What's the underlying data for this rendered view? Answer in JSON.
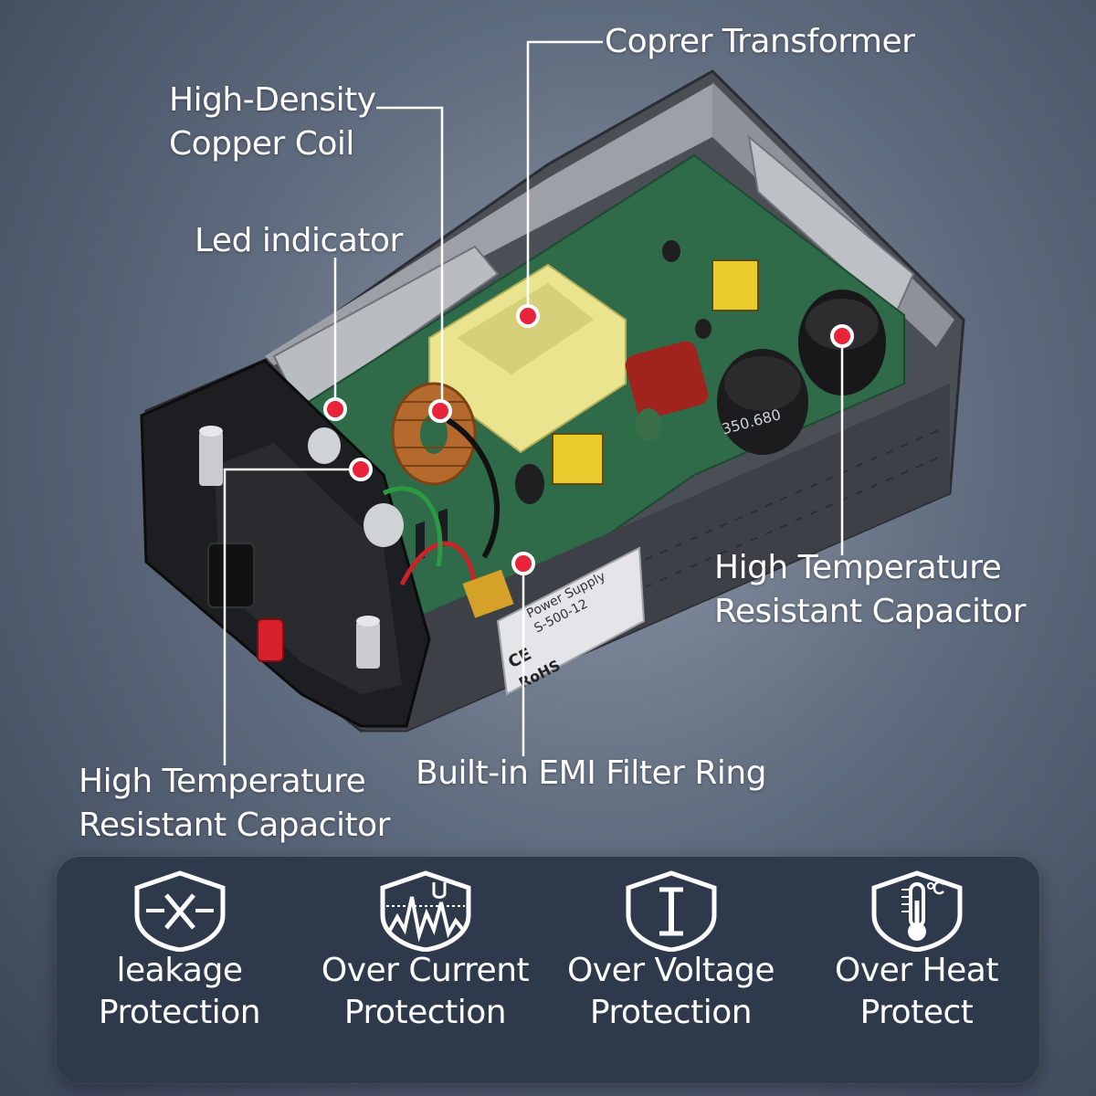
{
  "colors": {
    "background": "#5f6b7e",
    "panel": "#2e3a4c",
    "marker": "#e8233a",
    "pcb": "#2f6b48"
  },
  "callouts": {
    "copper_transformer": {
      "text": "Coprer Transformer"
    },
    "copper_coil": {
      "line1": "High-Density",
      "line2": "Copper Coil"
    },
    "led_indicator": {
      "text": "Led indicator"
    },
    "capacitor_right": {
      "line1": "High Temperature",
      "line2": "Resistant Capacitor"
    },
    "emi_filter": {
      "text": "Built-in EMI Filter Ring"
    },
    "capacitor_left": {
      "line1": "High Temperature",
      "line2": "Resistant Capacitor"
    }
  },
  "device_label": {
    "title": "Power Supply",
    "model": "S-500-12",
    "ce": "CE",
    "rohs": "RoHS"
  },
  "capacitor_marking": "350.680",
  "features": [
    {
      "icon": "leakage-shield-icon",
      "line1": "leakage",
      "line2": "Protection"
    },
    {
      "icon": "current-wave-shield-icon",
      "line1": "Over Current",
      "line2": "Protection"
    },
    {
      "icon": "voltage-shield-icon",
      "line1": "Over Voltage",
      "line2": "Protection"
    },
    {
      "icon": "thermometer-shield-icon",
      "line1": "Over Heat",
      "line2": "Protect"
    }
  ]
}
